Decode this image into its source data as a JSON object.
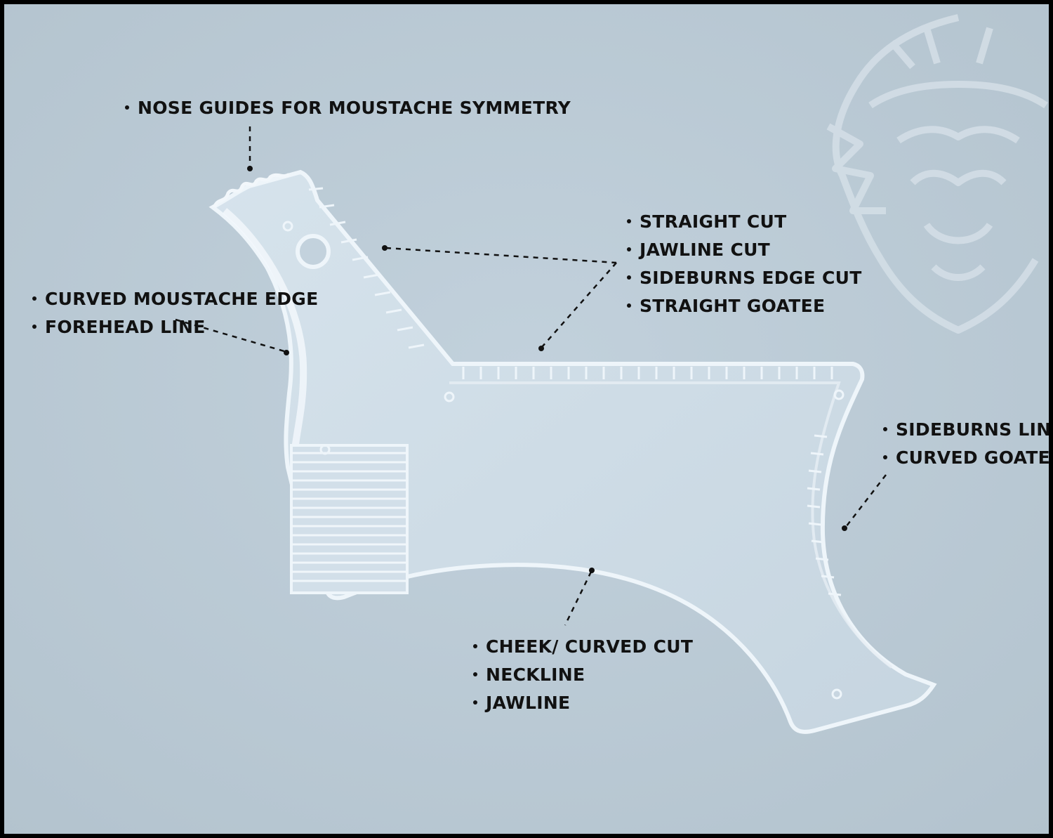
{
  "image": {
    "background_color": "#bccbd6",
    "frame_color": "#000000",
    "tool_color": "#cfdde8",
    "tool_edge_color": "#eef5fa",
    "watermark": "lion-head-logo"
  },
  "labels": {
    "nose": [
      "NOSE GUIDES FOR MOUSTACHE SYMMETRY"
    ],
    "top_right": [
      "STRAIGHT CUT",
      "JAWLINE CUT",
      "SIDEBURNS EDGE CUT",
      "STRAIGHT GOATEE"
    ],
    "left": [
      "CURVED MOUSTACHE EDGE",
      "FOREHEAD LINE"
    ],
    "right": [
      "SIDEBURNS LINE",
      "CURVED GOATEE"
    ],
    "bottom": [
      "CHEEK/ CURVED CUT",
      "NECKLINE",
      "JAWLINE"
    ]
  }
}
